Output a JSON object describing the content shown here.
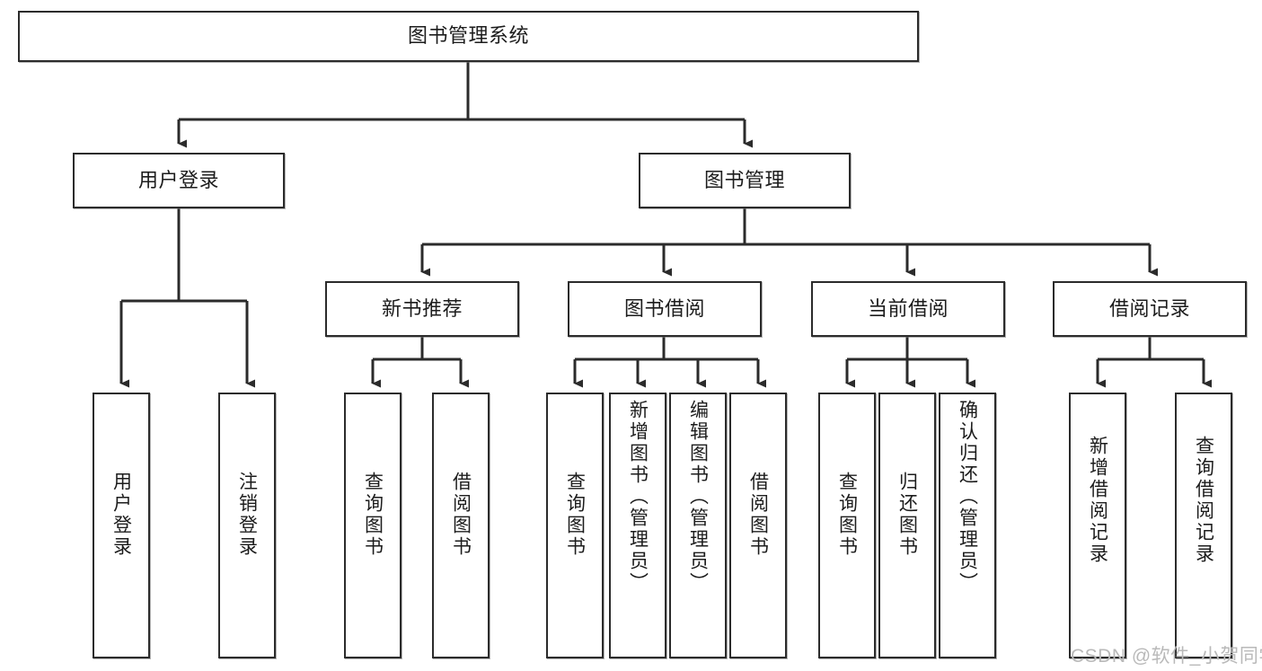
{
  "diagram": {
    "type": "tree-hierarchy",
    "title_node": {
      "label": "图书管理系统"
    },
    "level2": [
      {
        "id": "user-login",
        "label": "用户登录"
      },
      {
        "id": "book-management",
        "label": "图书管理"
      }
    ],
    "level3": [
      {
        "id": "new-book-recommend",
        "label": "新书推荐"
      },
      {
        "id": "book-borrow",
        "label": "图书借阅"
      },
      {
        "id": "current-borrow",
        "label": "当前借阅"
      },
      {
        "id": "borrow-record",
        "label": "借阅记录"
      }
    ],
    "leaves": [
      {
        "id": "leaf-user-login",
        "label": "用户登录",
        "parent": "user-login"
      },
      {
        "id": "leaf-logout-login",
        "label": "注销登录",
        "parent": "user-login"
      },
      {
        "id": "leaf-query-book-1",
        "label": "查询图书",
        "parent": "new-book-recommend"
      },
      {
        "id": "leaf-borrow-book-1",
        "label": "借阅图书",
        "parent": "new-book-recommend"
      },
      {
        "id": "leaf-query-book-2",
        "label": "查询图书",
        "parent": "book-borrow"
      },
      {
        "id": "leaf-add-book",
        "label": "新增图书（管理员）",
        "parent": "book-borrow"
      },
      {
        "id": "leaf-edit-book",
        "label": "编辑图书（管理员）",
        "parent": "book-borrow"
      },
      {
        "id": "leaf-borrow-book-2",
        "label": "借阅图书",
        "parent": "book-borrow"
      },
      {
        "id": "leaf-query-book-3",
        "label": "查询图书",
        "parent": "current-borrow"
      },
      {
        "id": "leaf-return-book",
        "label": "归还图书",
        "parent": "current-borrow"
      },
      {
        "id": "leaf-confirm-return",
        "label": "确认归还（管理员）",
        "parent": "current-borrow"
      },
      {
        "id": "leaf-add-record",
        "label": "新增借阅记录",
        "parent": "borrow-record"
      },
      {
        "id": "leaf-query-record",
        "label": "查询借阅记录",
        "parent": "borrow-record"
      }
    ],
    "colors": {
      "stroke": "#2b2b2b",
      "box_fill": "#ffffff",
      "text": "#1c1c1c",
      "watermark": "#b9b9b9",
      "background": "#ffffff"
    }
  },
  "watermark": {
    "text": "CSDN @软件_小贺同学"
  }
}
